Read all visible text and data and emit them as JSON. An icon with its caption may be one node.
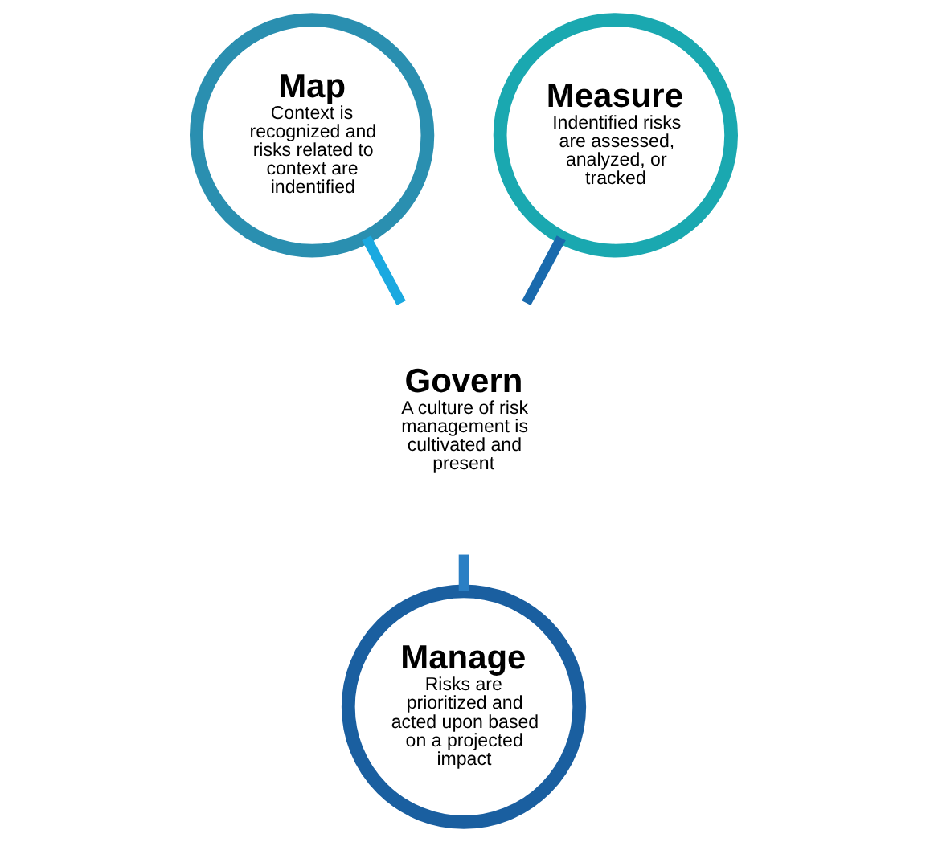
{
  "diagram": {
    "nodes": [
      {
        "text": [
          "Map",
          "Context is recognized and risks related to context are indentified"
        ]
      },
      {
        "text": [
          "Measure",
          "Indentified risks are assessed, analyzed, or tracked"
        ]
      },
      {
        "text": [
          "Govern",
          "A culture of risk management is cultivated and present"
        ]
      },
      {
        "text": [
          "Manage",
          "Risks are prioritized and acted upon based on a projected impact"
        ]
      }
    ],
    "edges": [
      {
        "from": 0,
        "to": 2,
        "arrow": "none",
        "color": "#1aa9e0"
      },
      {
        "from": 1,
        "to": 2,
        "arrow": "none",
        "color": "#1a6aad"
      },
      {
        "from": 2,
        "to": 3,
        "arrow": "none",
        "color": "#2a7fc4"
      }
    ]
  }
}
